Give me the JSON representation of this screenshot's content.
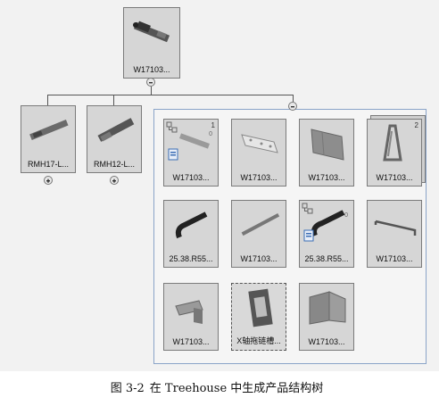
{
  "root": {
    "label": "W17103...",
    "toggle": "collapse"
  },
  "children": [
    {
      "label": "RMH17-L...",
      "toggle": "expand"
    },
    {
      "label": "RMH12-L...",
      "toggle": "expand"
    }
  ],
  "group_toggle": "collapse",
  "grid": [
    {
      "label": "W17103...",
      "badge": "1",
      "badge2": "0",
      "icon": "plate-part-icon"
    },
    {
      "label": "W17103...",
      "icon": "perforated-plate-icon"
    },
    {
      "label": "W17103...",
      "icon": "sheet-metal-panel-icon"
    },
    {
      "label": "W17103...",
      "badge": "2",
      "icon": "triangle-bracket-icon"
    },
    {
      "label": "25.38.R55...",
      "icon": "cable-carrier-icon"
    },
    {
      "label": "W17103...",
      "icon": "rail-bar-icon"
    },
    {
      "label": "25.38.R55...",
      "badge2": "0",
      "icon": "cable-carrier-blue-icon"
    },
    {
      "label": "W17103...",
      "icon": "frame-bracket-icon"
    },
    {
      "label": "W17103...",
      "icon": "angle-bracket-icon"
    },
    {
      "label": "X轴拖链槽...",
      "icon": "drag-chain-slot-icon"
    },
    {
      "label": "W17103...",
      "icon": "folded-sheet-icon"
    }
  ],
  "caption": {
    "number": "图 3-2",
    "text": "在 Treehouse 中生成产品结构树"
  }
}
